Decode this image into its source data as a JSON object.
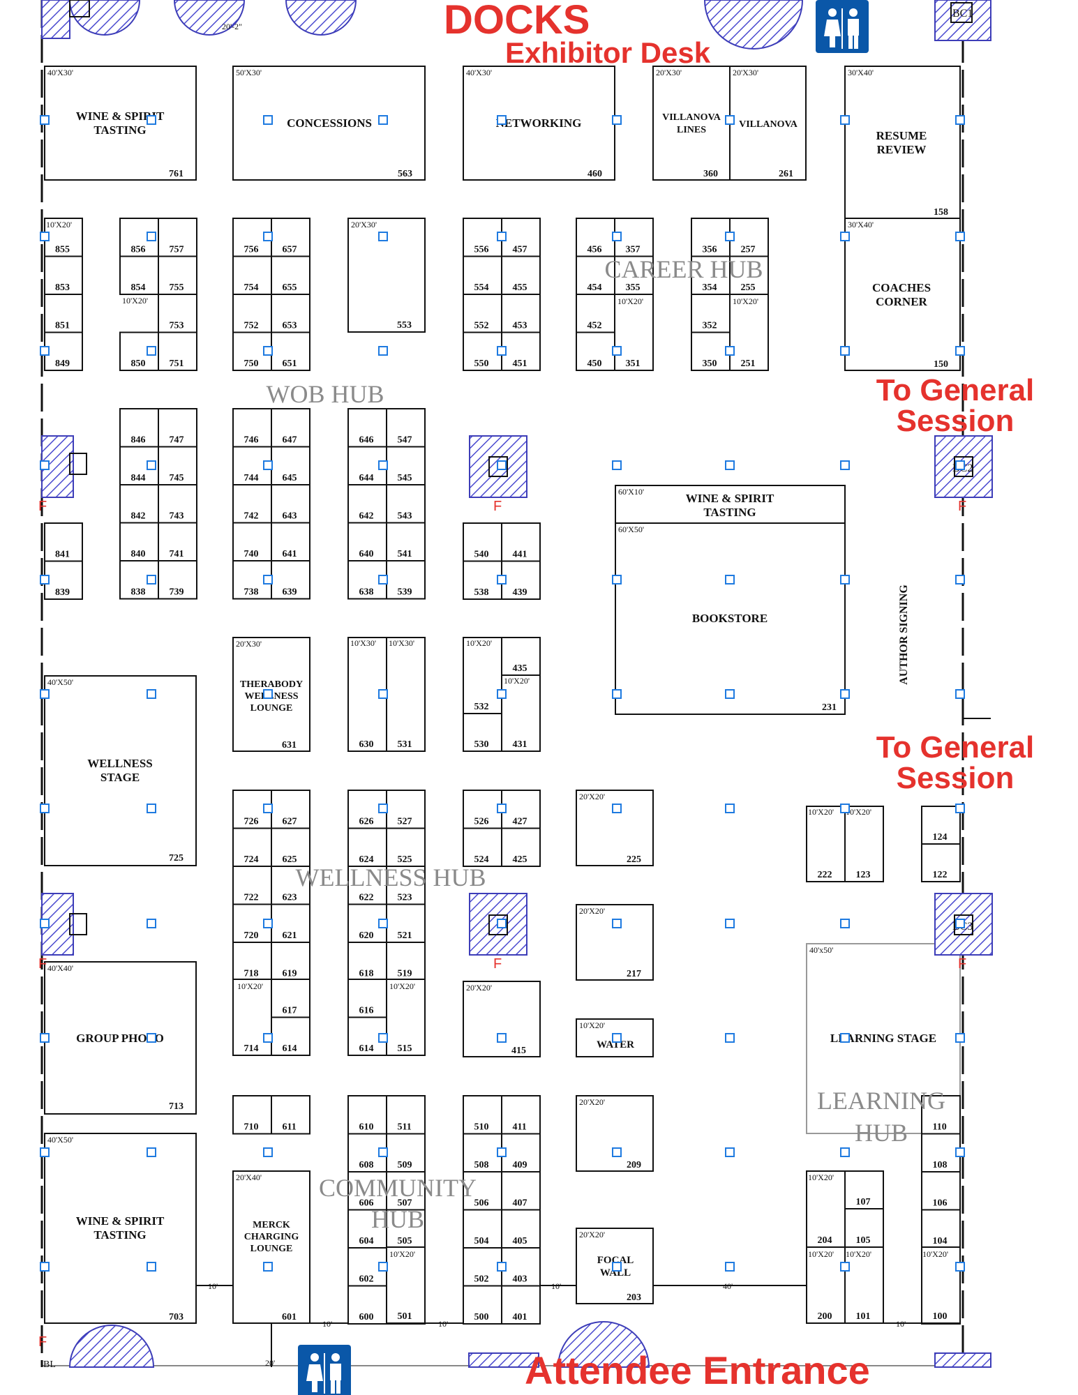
{
  "title": "DOCKS",
  "labels": {
    "exhibitor_desk": "Exhibitor Desk",
    "general_session_1": [
      "To General",
      "Session"
    ],
    "general_session_2": [
      "To General",
      "Session"
    ],
    "entrance": "Attendee Entrance",
    "author_signing": "AUTHOR SIGNING"
  },
  "hubs": [
    "CAREER HUB",
    "WOB HUB",
    "WELLNESS HUB",
    "LEARNING",
    "HUB",
    "COMMUNITY",
    "HUB"
  ],
  "areas": {
    "wine_top": {
      "name": [
        "WINE & SPIRIT",
        "TASTING"
      ],
      "size": "40'X30'",
      "num": "761"
    },
    "concessions": {
      "name": [
        "CONCESSIONS"
      ],
      "size": "50'X30'",
      "num": "563"
    },
    "networking": {
      "name": [
        "NETWORKING"
      ],
      "size": "40'X30'",
      "num": "460"
    },
    "villanova_lines": {
      "name": [
        "VILLANOVA",
        "LINES"
      ],
      "size": "20'X30'",
      "num": "360"
    },
    "villanova": {
      "name": [
        "VILLANOVA"
      ],
      "size": "20'X30'",
      "num": "261"
    },
    "resume": {
      "name": [
        "RESUME",
        "REVIEW"
      ],
      "size": "30'X40'",
      "num": "158"
    },
    "coaches": {
      "name": [
        "COACHES",
        "CORNER"
      ],
      "size": "30'X40'",
      "num": "150"
    },
    "wine_mid": {
      "name": [
        "WINE & SPIRIT",
        "TASTING"
      ],
      "size": "60'X10'"
    },
    "bookstore": {
      "name": [
        "BOOKSTORE"
      ],
      "size": "60'X50'",
      "num": "231"
    },
    "therabody": {
      "name": [
        "THERABODY",
        "WELLNESS",
        "LOUNGE"
      ],
      "size": "20'X30'",
      "num": "631"
    },
    "wellness_stage": {
      "name": [
        "WELLNESS",
        "STAGE"
      ],
      "size": "40'X50'",
      "num": "725"
    },
    "group_photo": {
      "name": [
        "GROUP PHOTO"
      ],
      "size": "40'X40'",
      "num": "713"
    },
    "wine_bot": {
      "name": [
        "WINE & SPIRIT",
        "TASTING"
      ],
      "size": "40'X50'",
      "num": "703"
    },
    "merck": {
      "name": [
        "MERCK",
        "CHARGING",
        "LOUNGE"
      ],
      "size": "20'X40'",
      "num": "601"
    },
    "water": {
      "name": [
        "WATER"
      ],
      "size": "10'X20'"
    },
    "focal": {
      "name": [
        "FOCAL",
        "WALL"
      ],
      "size": "20'X20'",
      "num": "203"
    },
    "learning_stage": {
      "name": [
        "LEARNING STAGE"
      ],
      "size": "40'x50'"
    }
  },
  "booths": {
    "c1": [
      [
        "855",
        "853",
        "851",
        "849"
      ],
      [
        "841",
        "839"
      ]
    ],
    "b553": {
      "num": "553",
      "size": "20'X30'"
    },
    "b225": {
      "num": "225",
      "size": "20'X20'"
    },
    "b217": {
      "num": "217",
      "size": "20'X20'"
    },
    "b209": {
      "num": "209",
      "size": "20'X20'"
    },
    "b415": {
      "num": "415",
      "size": "20'X20'"
    }
  },
  "misc_dims": {
    "d1": "20'-2\"",
    "d10": "10'",
    "d40": "40'",
    "d20": "20'",
    "size10x20": "10'X20'",
    "size10x30": "10'X30'"
  },
  "marks": {
    "f": "F",
    "bc1": "BC1",
    "bc2": "BC2",
    "bc3": "BC3",
    "bl": "BL"
  },
  "colors": {
    "accent_red": "#e5322d",
    "column_blue": "#1e7ae0",
    "hatch_blue": "#3d3db8",
    "restroom_blue": "#0a57a8"
  },
  "icons": [
    "restroom-icon"
  ]
}
